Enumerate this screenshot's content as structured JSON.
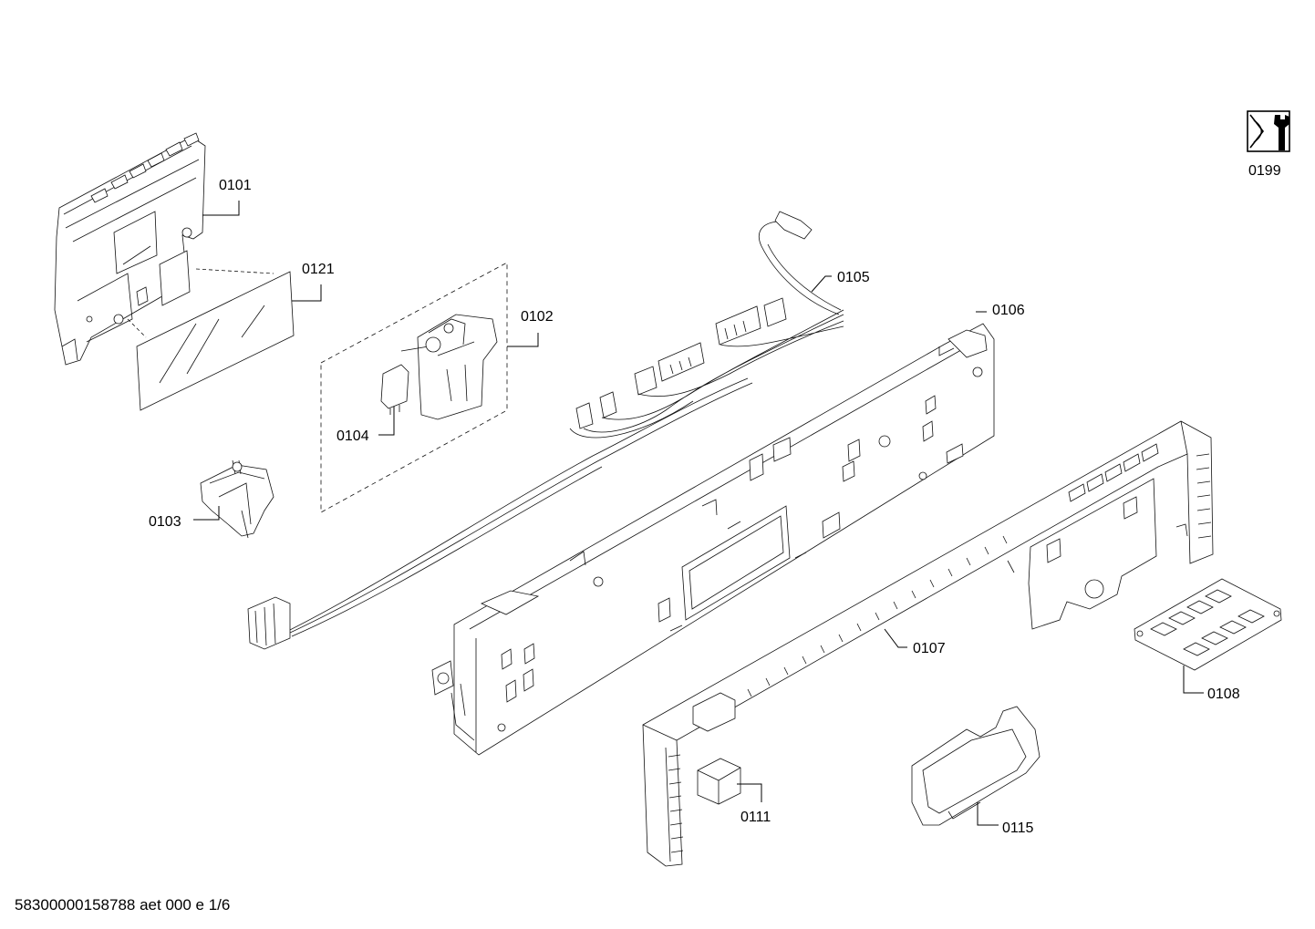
{
  "parts": [
    {
      "id": "p0101",
      "label": "0101"
    },
    {
      "id": "p0121",
      "label": "0121"
    },
    {
      "id": "p0102",
      "label": "0102"
    },
    {
      "id": "p0104",
      "label": "0104"
    },
    {
      "id": "p0103",
      "label": "0103"
    },
    {
      "id": "p0105",
      "label": "0105"
    },
    {
      "id": "p0106",
      "label": "0106"
    },
    {
      "id": "p0107",
      "label": "0107"
    },
    {
      "id": "p0108",
      "label": "0108"
    },
    {
      "id": "p0111",
      "label": "0111"
    },
    {
      "id": "p0115",
      "label": "0115"
    },
    {
      "id": "p0199",
      "label": "0199"
    }
  ],
  "footer": {
    "text": "58300000158788 aet 000 e 1/6"
  },
  "icons": {
    "service": "wrench-service-icon"
  }
}
